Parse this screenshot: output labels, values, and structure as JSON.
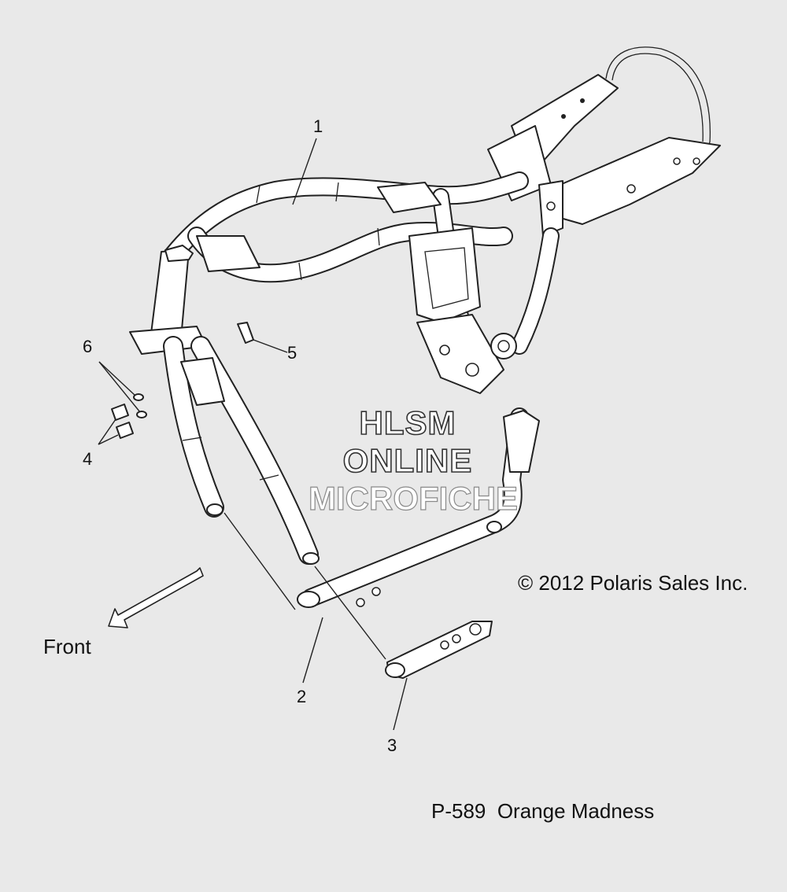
{
  "diagram": {
    "callouts": [
      "1",
      "2",
      "3",
      "4",
      "5",
      "6"
    ],
    "watermark": {
      "line1": "HLSM",
      "line2": "ONLINE",
      "line3": "MICROFICHE"
    },
    "copyright": "© 2012 Polaris Sales Inc.",
    "direction_label": "Front",
    "page_caption": "P-589  Orange Madness"
  }
}
